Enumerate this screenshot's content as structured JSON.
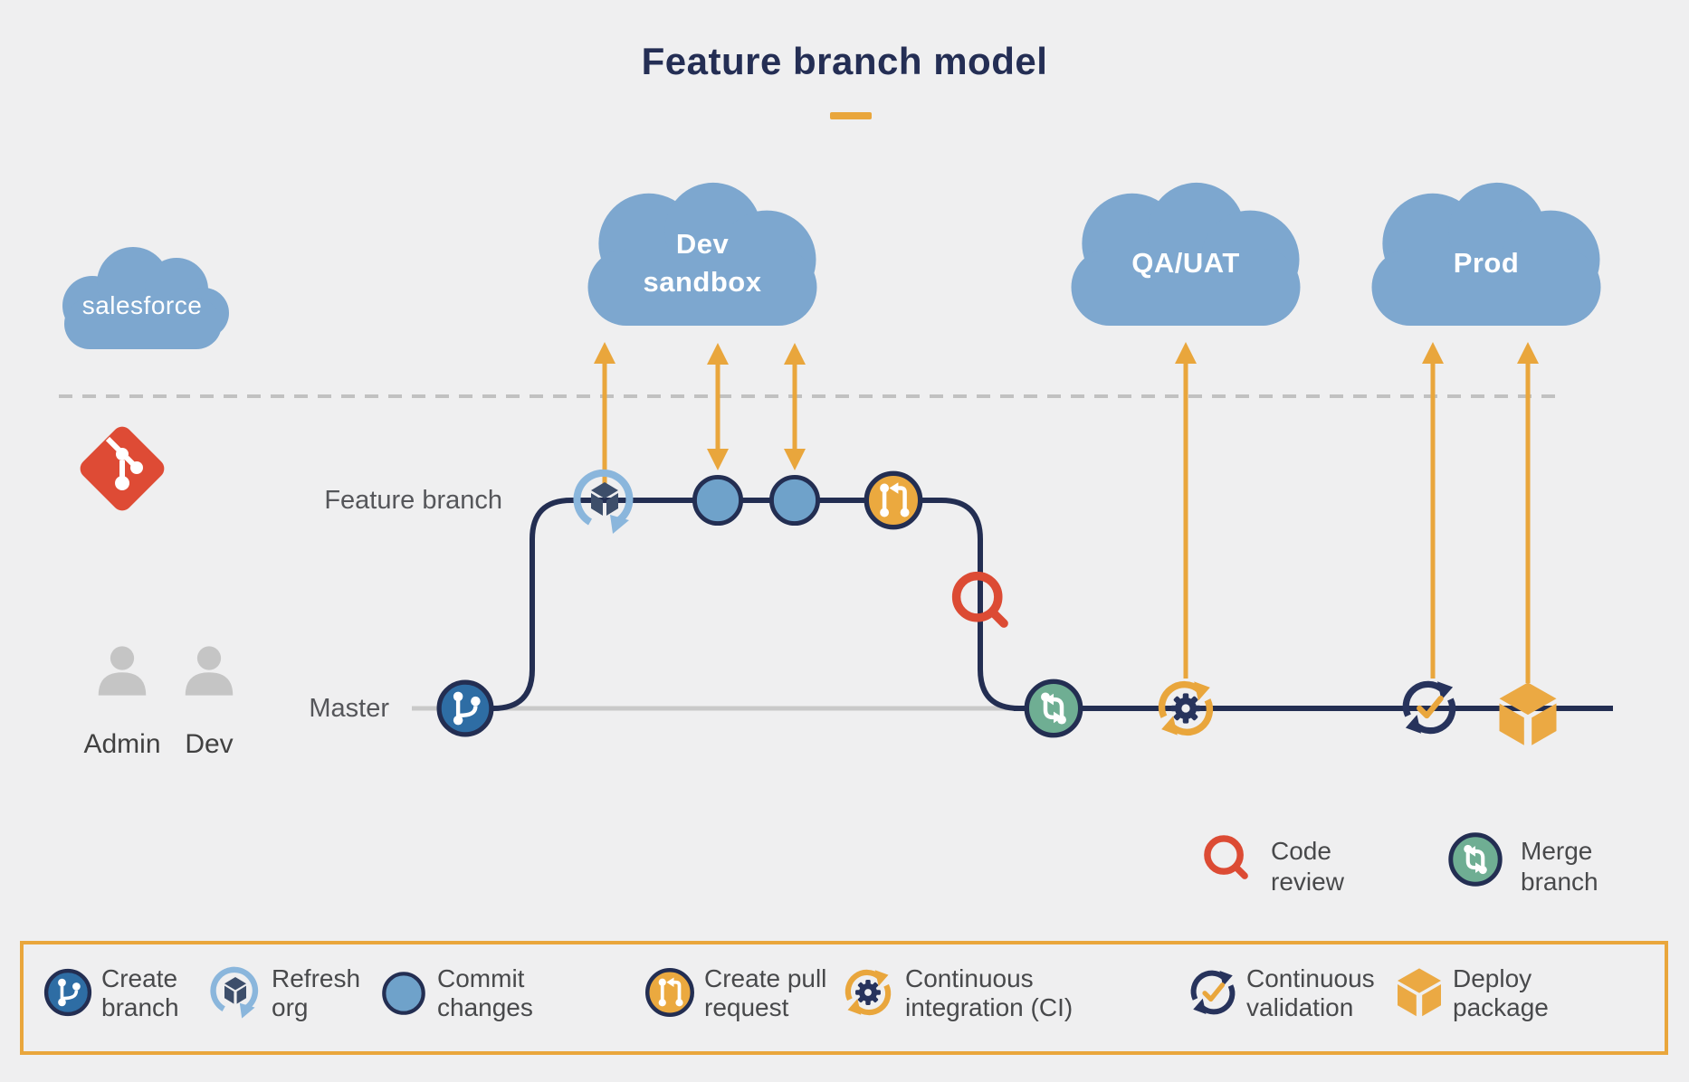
{
  "title": "Feature branch model",
  "salesforce": {
    "label": "salesforce"
  },
  "clouds": [
    {
      "id": "dev-sandbox",
      "label": "Dev\nsandbox"
    },
    {
      "id": "qa-uat",
      "label": "QA/UAT"
    },
    {
      "id": "prod",
      "label": "Prod"
    }
  ],
  "branches": {
    "feature_label": "Feature branch",
    "master_label": "Master"
  },
  "actors": [
    {
      "label": "Admin"
    },
    {
      "label": "Dev"
    }
  ],
  "annotations": [
    {
      "icon": "code-review-icon",
      "label": "Code\nreview"
    },
    {
      "icon": "merge-branch-icon",
      "label": "Merge\nbranch"
    }
  ],
  "legend": [
    {
      "icon": "create-branch-icon",
      "label": "Create\nbranch"
    },
    {
      "icon": "refresh-org-icon",
      "label": "Refresh\norg"
    },
    {
      "icon": "commit-changes-icon",
      "label": "Commit\nchanges"
    },
    {
      "icon": "create-pull-request-icon",
      "label": "Create pull\nrequest"
    },
    {
      "icon": "continuous-integration-icon",
      "label": "Continuous\nintegration (CI)"
    },
    {
      "icon": "continuous-validation-icon",
      "label": "Continuous\nvalidation"
    },
    {
      "icon": "deploy-package-icon",
      "label": "Deploy\npackage"
    }
  ],
  "colors": {
    "background": "#efeff0",
    "navy": "#232e52",
    "orange": "#e9a63c",
    "cloud_blue": "#7da7cf",
    "commit_blue": "#6fa2ca",
    "branch_blue": "#2e6da4",
    "light_blue": "#8ab6dc",
    "git_red": "#de4b35",
    "review_red": "#dc4b34",
    "merge_teal": "#6fae93",
    "master_gray": "#c9c9c9",
    "person_gray": "#c5c5c5"
  }
}
